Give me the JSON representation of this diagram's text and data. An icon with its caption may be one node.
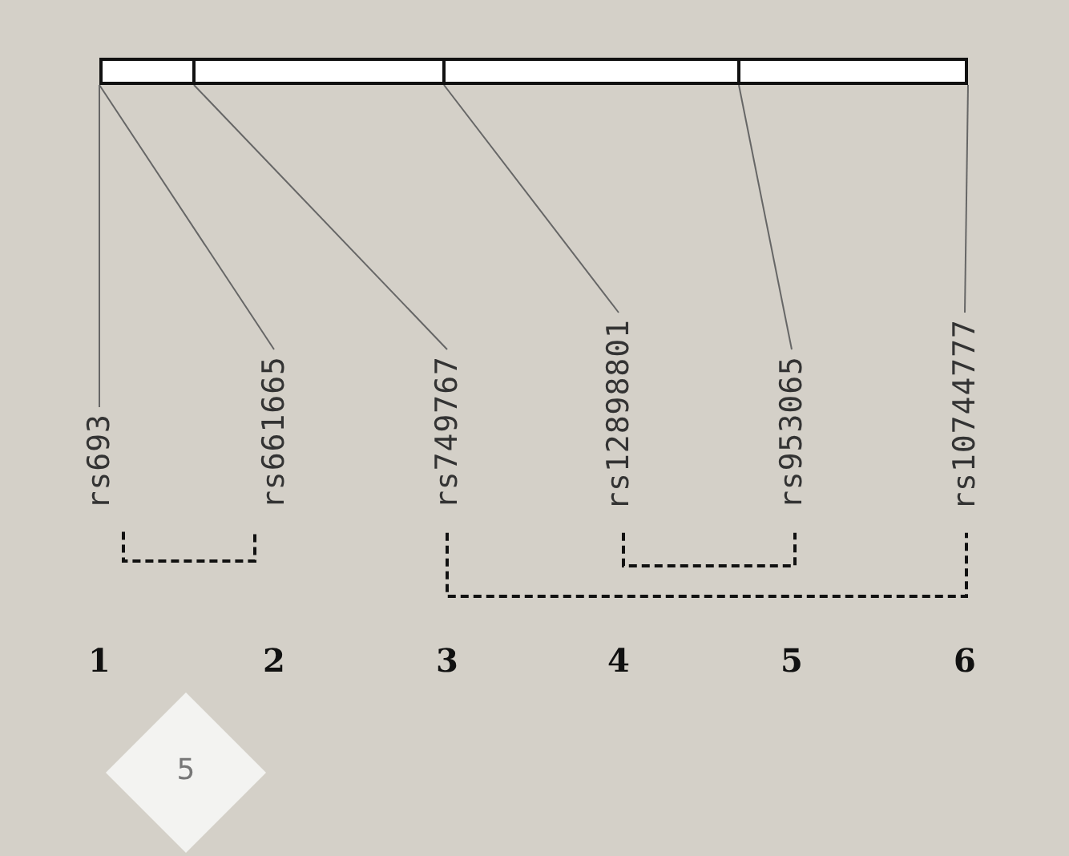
{
  "diagram": {
    "nodes": [
      {
        "text": [],
        "shape": "bar"
      },
      {
        "text": [
          "rs693"
        ]
      },
      {
        "text": [
          "rs661665"
        ]
      },
      {
        "text": [
          "rs749767"
        ]
      },
      {
        "text": [
          "rs12898801"
        ]
      },
      {
        "text": [
          "rs953065"
        ]
      },
      {
        "text": [
          "rs10744777"
        ]
      },
      {
        "text": [
          "5"
        ]
      }
    ],
    "edges": [
      {
        "from": 1,
        "to": 0,
        "arrow": "none"
      },
      {
        "from": 2,
        "to": 0,
        "arrow": "none"
      },
      {
        "from": 3,
        "to": 0,
        "arrow": "none"
      },
      {
        "from": 4,
        "to": 0,
        "arrow": "none"
      },
      {
        "from": 5,
        "to": 0,
        "arrow": "none"
      },
      {
        "from": 6,
        "to": 0,
        "arrow": "none"
      },
      {
        "from": 1,
        "to": 2,
        "arrow": "none",
        "style": "dashed"
      },
      {
        "from": 4,
        "to": 5,
        "arrow": "none",
        "style": "dashed"
      },
      {
        "from": 3,
        "to": 6,
        "arrow": "none",
        "style": "dashed"
      }
    ],
    "labels": [
      "1",
      "2",
      "3",
      "4",
      "5",
      "6"
    ]
  }
}
